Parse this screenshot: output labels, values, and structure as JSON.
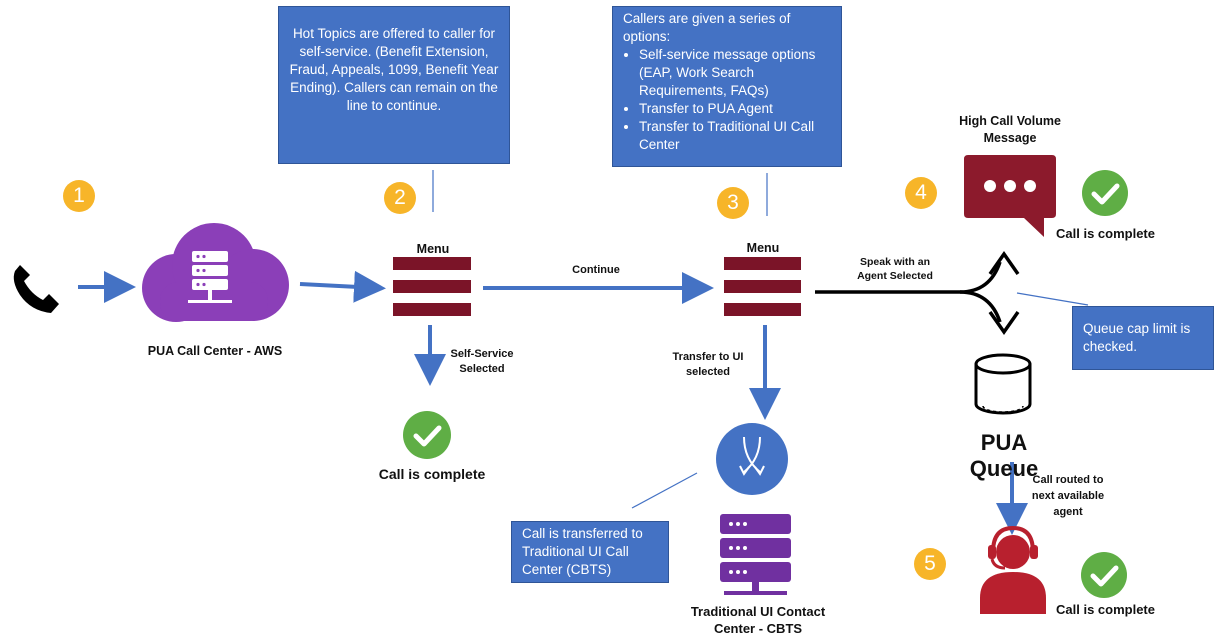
{
  "steps": [
    "1",
    "2",
    "3",
    "4",
    "5"
  ],
  "callouts": {
    "hot_topics": "Hot Topics are offered to caller for self-service. (Benefit Extension, Fraud, Appeals, 1099, Benefit Year Ending).  Callers can remain on the line to continue.",
    "options_intro": "Callers are given a series of options:",
    "options": [
      "Self-service message options (EAP, Work Search Requirements, FAQs)",
      "Transfer to PUA Agent",
      "Transfer to Traditional UI Call Center"
    ],
    "transferred": "Call is transferred to Traditional UI Call Center (CBTS)",
    "queue_cap": "Queue cap limit is checked."
  },
  "labels": {
    "call_center": "PUA Call Center - AWS",
    "menu_1": "Menu",
    "menu_2": "Menu",
    "continue": "Continue",
    "self_service": "Self-Service Selected",
    "transfer_ui": "Transfer to UI selected",
    "speak_agent": "Speak with an Agent Selected",
    "high_volume": "High Call Volume Message",
    "complete_1": "Call is complete",
    "complete_2": "Call is complete",
    "complete_3": "Call is complete",
    "queue": "PUA Queue",
    "routed": "Call routed to next available agent",
    "traditional": "Traditional UI Contact Center - CBTS"
  },
  "colors": {
    "arrow": "#4472c4",
    "callout": "#4472c4",
    "step_badge": "#f7b529",
    "menu_bars": "#7b1428",
    "cloud": "#8b3fb8",
    "check": "#5fae45",
    "speech_bubble": "#8c1a2c"
  },
  "icons": [
    "phone-icon",
    "cloud-server-icon",
    "menu-icon",
    "check-icon",
    "speech-bubble-icon",
    "database-icon",
    "transfer-icon",
    "server-rack-icon",
    "agent-headset-icon"
  ]
}
